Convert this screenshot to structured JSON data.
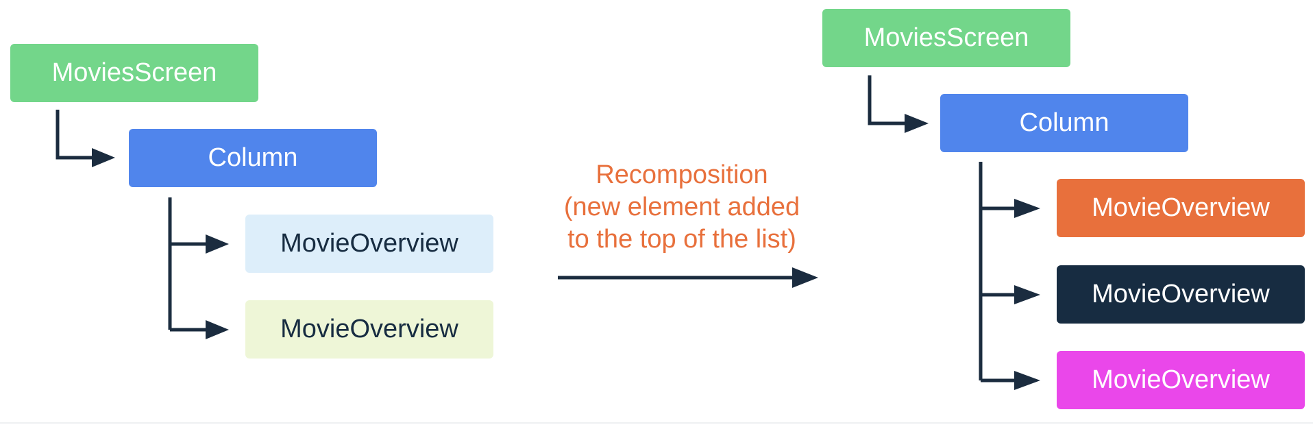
{
  "colors": {
    "connector": "#1b2c3f",
    "screen_green": "#73d68a",
    "column_blue": "#5085ec",
    "overview_light_blue": "#ddeefa",
    "overview_light_green": "#eef6d7",
    "overview_orange": "#e8703c",
    "overview_navy": "#172c41",
    "overview_magenta": "#ea47ea",
    "caption_orange": "#e8703c"
  },
  "before_tree": {
    "root_label": "MoviesScreen",
    "column_label": "Column",
    "items": [
      {
        "label": "MovieOverview",
        "fill": "#ddeefa",
        "text_color": "#172c41"
      },
      {
        "label": "MovieOverview",
        "fill": "#eef6d7",
        "text_color": "#172c41"
      }
    ]
  },
  "transition": {
    "lines": [
      "Recomposition",
      "(new element added",
      "to the top of the list)"
    ]
  },
  "after_tree": {
    "root_label": "MoviesScreen",
    "column_label": "Column",
    "items": [
      {
        "label": "MovieOverview",
        "fill": "#e8703c",
        "text_color": "#ffffff"
      },
      {
        "label": "MovieOverview",
        "fill": "#172c41",
        "text_color": "#ffffff"
      },
      {
        "label": "MovieOverview",
        "fill": "#ea47ea",
        "text_color": "#ffffff"
      }
    ]
  }
}
